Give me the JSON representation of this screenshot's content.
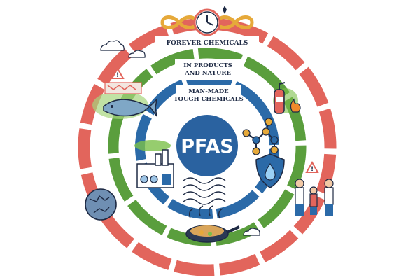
{
  "rings": {
    "outer": {
      "label": "FOREVER CHEMICALS",
      "color": "#e2655c"
    },
    "middle": {
      "label_line1": "IN PRODUCTS",
      "label_line2": "AND NATURE",
      "color": "#5a9e3d"
    },
    "inner": {
      "label_line1": "MAN-MADE",
      "label_line2": "TOUGH CHEMICALS",
      "color": "#2b6aa8"
    }
  },
  "center": {
    "label": "PFAS",
    "color": "#2a62a0"
  },
  "colors": {
    "ink": "#1e2a44",
    "gold": "#e6a93a",
    "water_blue": "#3d8fd6",
    "smoke_green": "#7cc04a"
  },
  "icons": [
    "infinity-clock-icon",
    "fish-warning-icon",
    "fire-extinguisher-icon",
    "molecule-icon",
    "factory-icon",
    "water-shield-icon",
    "nonstick-mesh-icon",
    "cracked-globe-icon",
    "frying-pan-icon",
    "family-warning-icon",
    "cloud-icon"
  ]
}
